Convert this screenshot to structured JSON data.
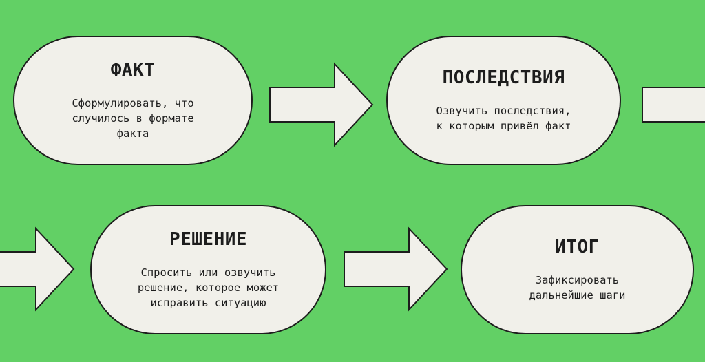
{
  "colors": {
    "background": "#62d065",
    "shape_fill": "#f1f0ea",
    "stroke": "#1d1d1d"
  },
  "steps": [
    {
      "title": "ФАКТ",
      "text": "Сформулировать, что\nслучилось в формате\nфакта"
    },
    {
      "title": "ПОСЛЕДСТВИЯ",
      "text": "Озвучить последствия,\nк которым привёл факт"
    },
    {
      "title": "РЕШЕНИЕ",
      "text": "Спросить или озвучить\nрешение, которое может\nисправить ситуацию"
    },
    {
      "title": "ИТОГ",
      "text": "Зафиксировать\nдальнейшие шаги"
    }
  ]
}
